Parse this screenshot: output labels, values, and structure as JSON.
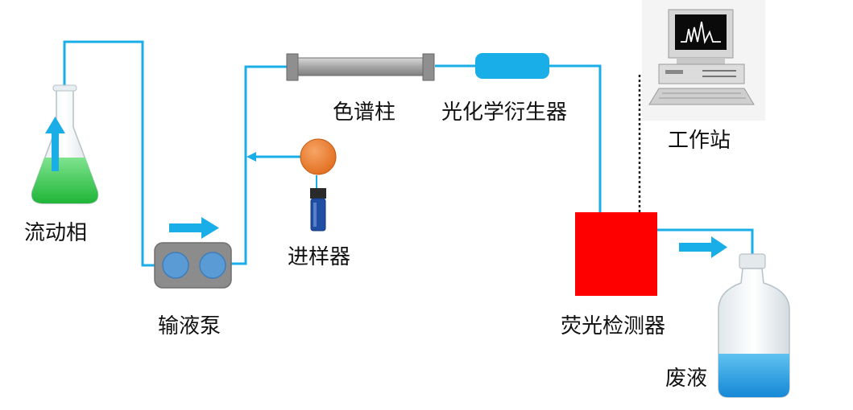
{
  "labels": {
    "mobile_phase": "流动相",
    "pump": "输液泵",
    "column": "色谱柱",
    "derivatizer": "光化学衍生器",
    "injector": "进样器",
    "workstation": "工作站",
    "detector": "荧光检测器",
    "waste": "废液"
  },
  "colors": {
    "tube": "#1aaee8",
    "arrow": "#1aaee8",
    "mobile_phase_liquid": "#22c93c",
    "waste_liquid": "#1c97e0",
    "detector": "#ff0000",
    "injector_valve": "#ee7d2e",
    "column_body": "#a6a6a6",
    "derivatizer": "#1aaee8",
    "pump_body": "#8c8c8c",
    "pump_heads": "#5b9bd5"
  },
  "icons": {
    "flask": "erlenmeyer-flask-icon",
    "pump": "pump-icon",
    "column": "column-icon",
    "derivatizer": "photoreactor-icon",
    "injector": "injector-valve-icon",
    "vial": "sample-vial-icon",
    "computer": "computer-workstation-icon",
    "detector": "detector-box-icon",
    "bottle": "waste-bottle-icon"
  }
}
